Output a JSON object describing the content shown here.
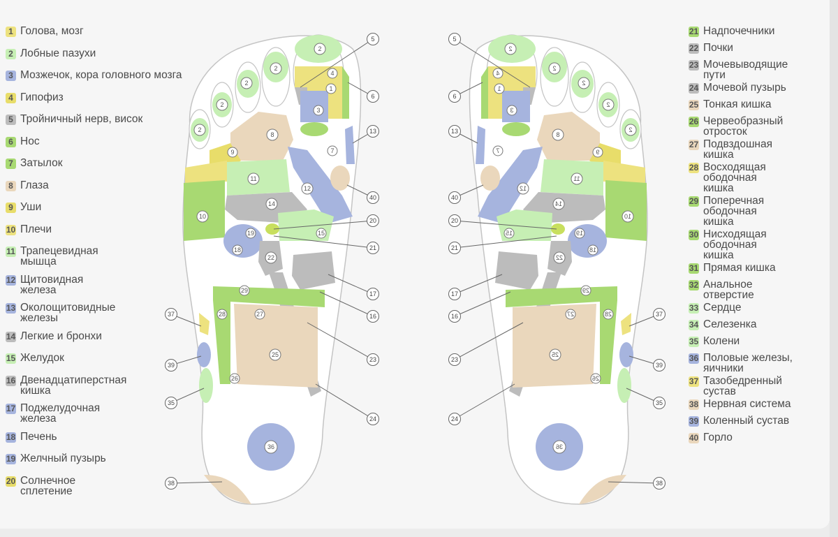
{
  "colors": {
    "yellow": "#ede27f",
    "lightgreen": "#c6efb4",
    "blue": "#a6b4de",
    "yellowdeep": "#e8dd6a",
    "gray": "#b9b9b9",
    "green": "#a8d972",
    "beige": "#ead7bc",
    "outline": "#bdbdbd"
  },
  "legend_left": [
    {
      "num": "1",
      "label": "Голова, мозг",
      "color": "#ede27f"
    },
    {
      "num": "2",
      "label": "Лобные пазухи",
      "color": "#c6efb4"
    },
    {
      "num": "3",
      "label": "Мозжечок, кора головного мозга",
      "color": "#a6b4de"
    },
    {
      "num": "4",
      "label": "Гипофиз",
      "color": "#e8dd6a"
    },
    {
      "num": "5",
      "label": "Тройничный нерв, висок",
      "color": "#bcbcbc"
    },
    {
      "num": "6",
      "label": "Нос",
      "color": "#a8d972"
    },
    {
      "num": "7",
      "label": "Затылок",
      "color": "#a8d972"
    },
    {
      "num": "8",
      "label": "Глаза",
      "color": "#ead7bc"
    },
    {
      "num": "9",
      "label": "Уши",
      "color": "#e8dd6a"
    },
    {
      "num": "10",
      "label": "Плечи",
      "color": "#ede27f"
    },
    {
      "num": "11",
      "label": "Трапецевидная\nмышца",
      "color": "#c6efb4"
    },
    {
      "num": "12",
      "label": "Щитовидная\nжелеза",
      "color": "#a6b4de"
    },
    {
      "num": "13",
      "label": "Околощитовидные\nжелезы",
      "color": "#a6b4de"
    },
    {
      "num": "14",
      "label": "Легкие и бронхи",
      "color": "#bcbcbc"
    },
    {
      "num": "15",
      "label": "Желудок",
      "color": "#c6efb4"
    },
    {
      "num": "16",
      "label": "Двенадцатиперстная\nкишка",
      "color": "#bcbcbc"
    },
    {
      "num": "17",
      "label": "Поджелудочная\nжелеза",
      "color": "#a6b4de"
    },
    {
      "num": "18",
      "label": "Печень",
      "color": "#a6b4de"
    },
    {
      "num": "19",
      "label": "Желчный пузырь",
      "color": "#a6b4de"
    },
    {
      "num": "20",
      "label": "Солнечное\nсплетение",
      "color": "#e8dd6a"
    }
  ],
  "legend_right": [
    {
      "num": "21",
      "label": "Надпочечники",
      "color": "#a8d972"
    },
    {
      "num": "22",
      "label": "Почки",
      "color": "#bcbcbc"
    },
    {
      "num": "23",
      "label": "Мочевыводящие\nпути",
      "color": "#bcbcbc"
    },
    {
      "num": "24",
      "label": "Мочевой пузырь",
      "color": "#bcbcbc"
    },
    {
      "num": "25",
      "label": "Тонкая кишка",
      "color": "#ead7bc"
    },
    {
      "num": "26",
      "label": "Червеобразный\nотросток",
      "color": "#a8d972"
    },
    {
      "num": "27",
      "label": "Подвздошная\nкишка",
      "color": "#ead7bc"
    },
    {
      "num": "28",
      "label": "Восходящая\nободочная\nкишка",
      "color": "#ede27f"
    },
    {
      "num": "29",
      "label": "Поперечная\nободочная\nкишка",
      "color": "#a8d972"
    },
    {
      "num": "30",
      "label": "Нисходящая\nободочная\nкишка",
      "color": "#a8d972"
    },
    {
      "num": "31",
      "label": "Прямая кишка",
      "color": "#a8d972"
    },
    {
      "num": "32",
      "label": "Анальное\nотверстие",
      "color": "#a8d972"
    },
    {
      "num": "33",
      "label": "Сердце",
      "color": "#c6efb4"
    },
    {
      "num": "34",
      "label": "Селезенка",
      "color": "#c6efb4"
    },
    {
      "num": "35",
      "label": "Колени",
      "color": "#c6efb4"
    },
    {
      "num": "36",
      "label": "Половые железы,\nяичники",
      "color": "#a6b4de"
    },
    {
      "num": "37",
      "label": "Тазобедренный\nсустав",
      "color": "#ede27f"
    },
    {
      "num": "38",
      "label": "Нервная система",
      "color": "#ead7bc"
    },
    {
      "num": "39",
      "label": "Коленный сустав",
      "color": "#a6b4de"
    },
    {
      "num": "40",
      "label": "Горло",
      "color": "#ead7bc"
    }
  ],
  "left_foot_callouts": [
    "5",
    "6",
    "13",
    "40",
    "20",
    "21",
    "17",
    "16",
    "23",
    "24",
    "37",
    "39",
    "35",
    "38"
  ],
  "right_foot_callouts": [
    "5",
    "6",
    "13",
    "40",
    "20",
    "21",
    "17",
    "16",
    "23",
    "24",
    "37",
    "39",
    "35",
    "38"
  ]
}
